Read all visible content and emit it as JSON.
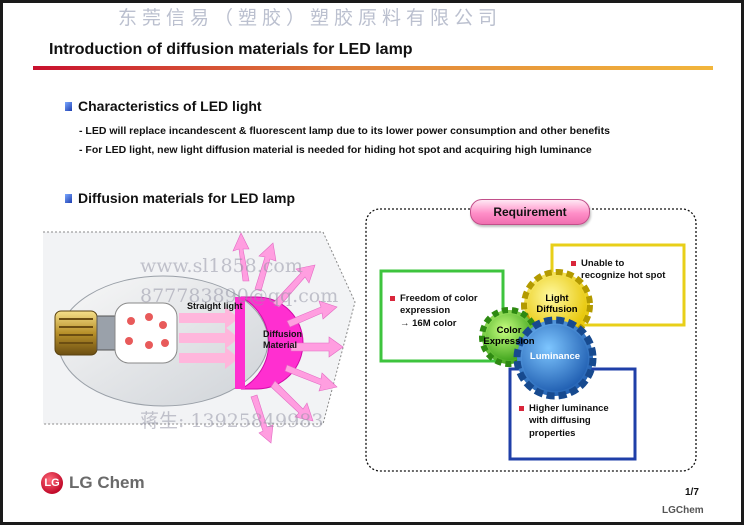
{
  "title": "Introduction of diffusion materials for LED lamp",
  "section1": {
    "heading": "Characteristics of LED light",
    "bullets": [
      "- LED will replace incandescent & fluorescent lamp due to its lower power consumption and other benefits",
      "- For LED light, new light diffusion material is needed for hiding hot spot and acquiring high luminance"
    ]
  },
  "section2": {
    "heading": "Diffusion materials for LED lamp"
  },
  "diagram": {
    "straight_light": "Straight light",
    "diffusion_material": "Diffusion Material"
  },
  "requirement": {
    "title": "Requirement",
    "freedom_line1": "Freedom of color",
    "freedom_line2": "expression",
    "freedom_line3": "→ 16M color",
    "hotspot_line1": "Unable to",
    "hotspot_line2": "recognize hot spot",
    "luminance_line1": "Higher luminance",
    "luminance_line2": "with diffusing",
    "luminance_line3": "properties"
  },
  "gears": {
    "light_diffusion_1": "Light",
    "light_diffusion_2": "Diffusion",
    "color_expression_1": "Color",
    "color_expression_2": "Expression",
    "luminance": "Luminance"
  },
  "watermark": {
    "company": "东莞信易（塑胶）塑胶原料有限公司",
    "url": "www.sl1858.com",
    "qq": "877783890@qq.com",
    "contact": "蒋生: 13925849983"
  },
  "footer": {
    "logo_mark": "LG",
    "logo_text": "LG Chem",
    "page": "1/7",
    "corner_logo": "LGChem"
  },
  "colors": {
    "title_rule_start": "#c8102e",
    "title_rule_end": "#f2b63c",
    "requirement_pill": "#ff8fc8",
    "box_green": "#3ec43e",
    "box_yellow": "#e8cf18",
    "box_blue": "#1f3fa8",
    "diffusion_magenta": "#ff2fd0"
  }
}
